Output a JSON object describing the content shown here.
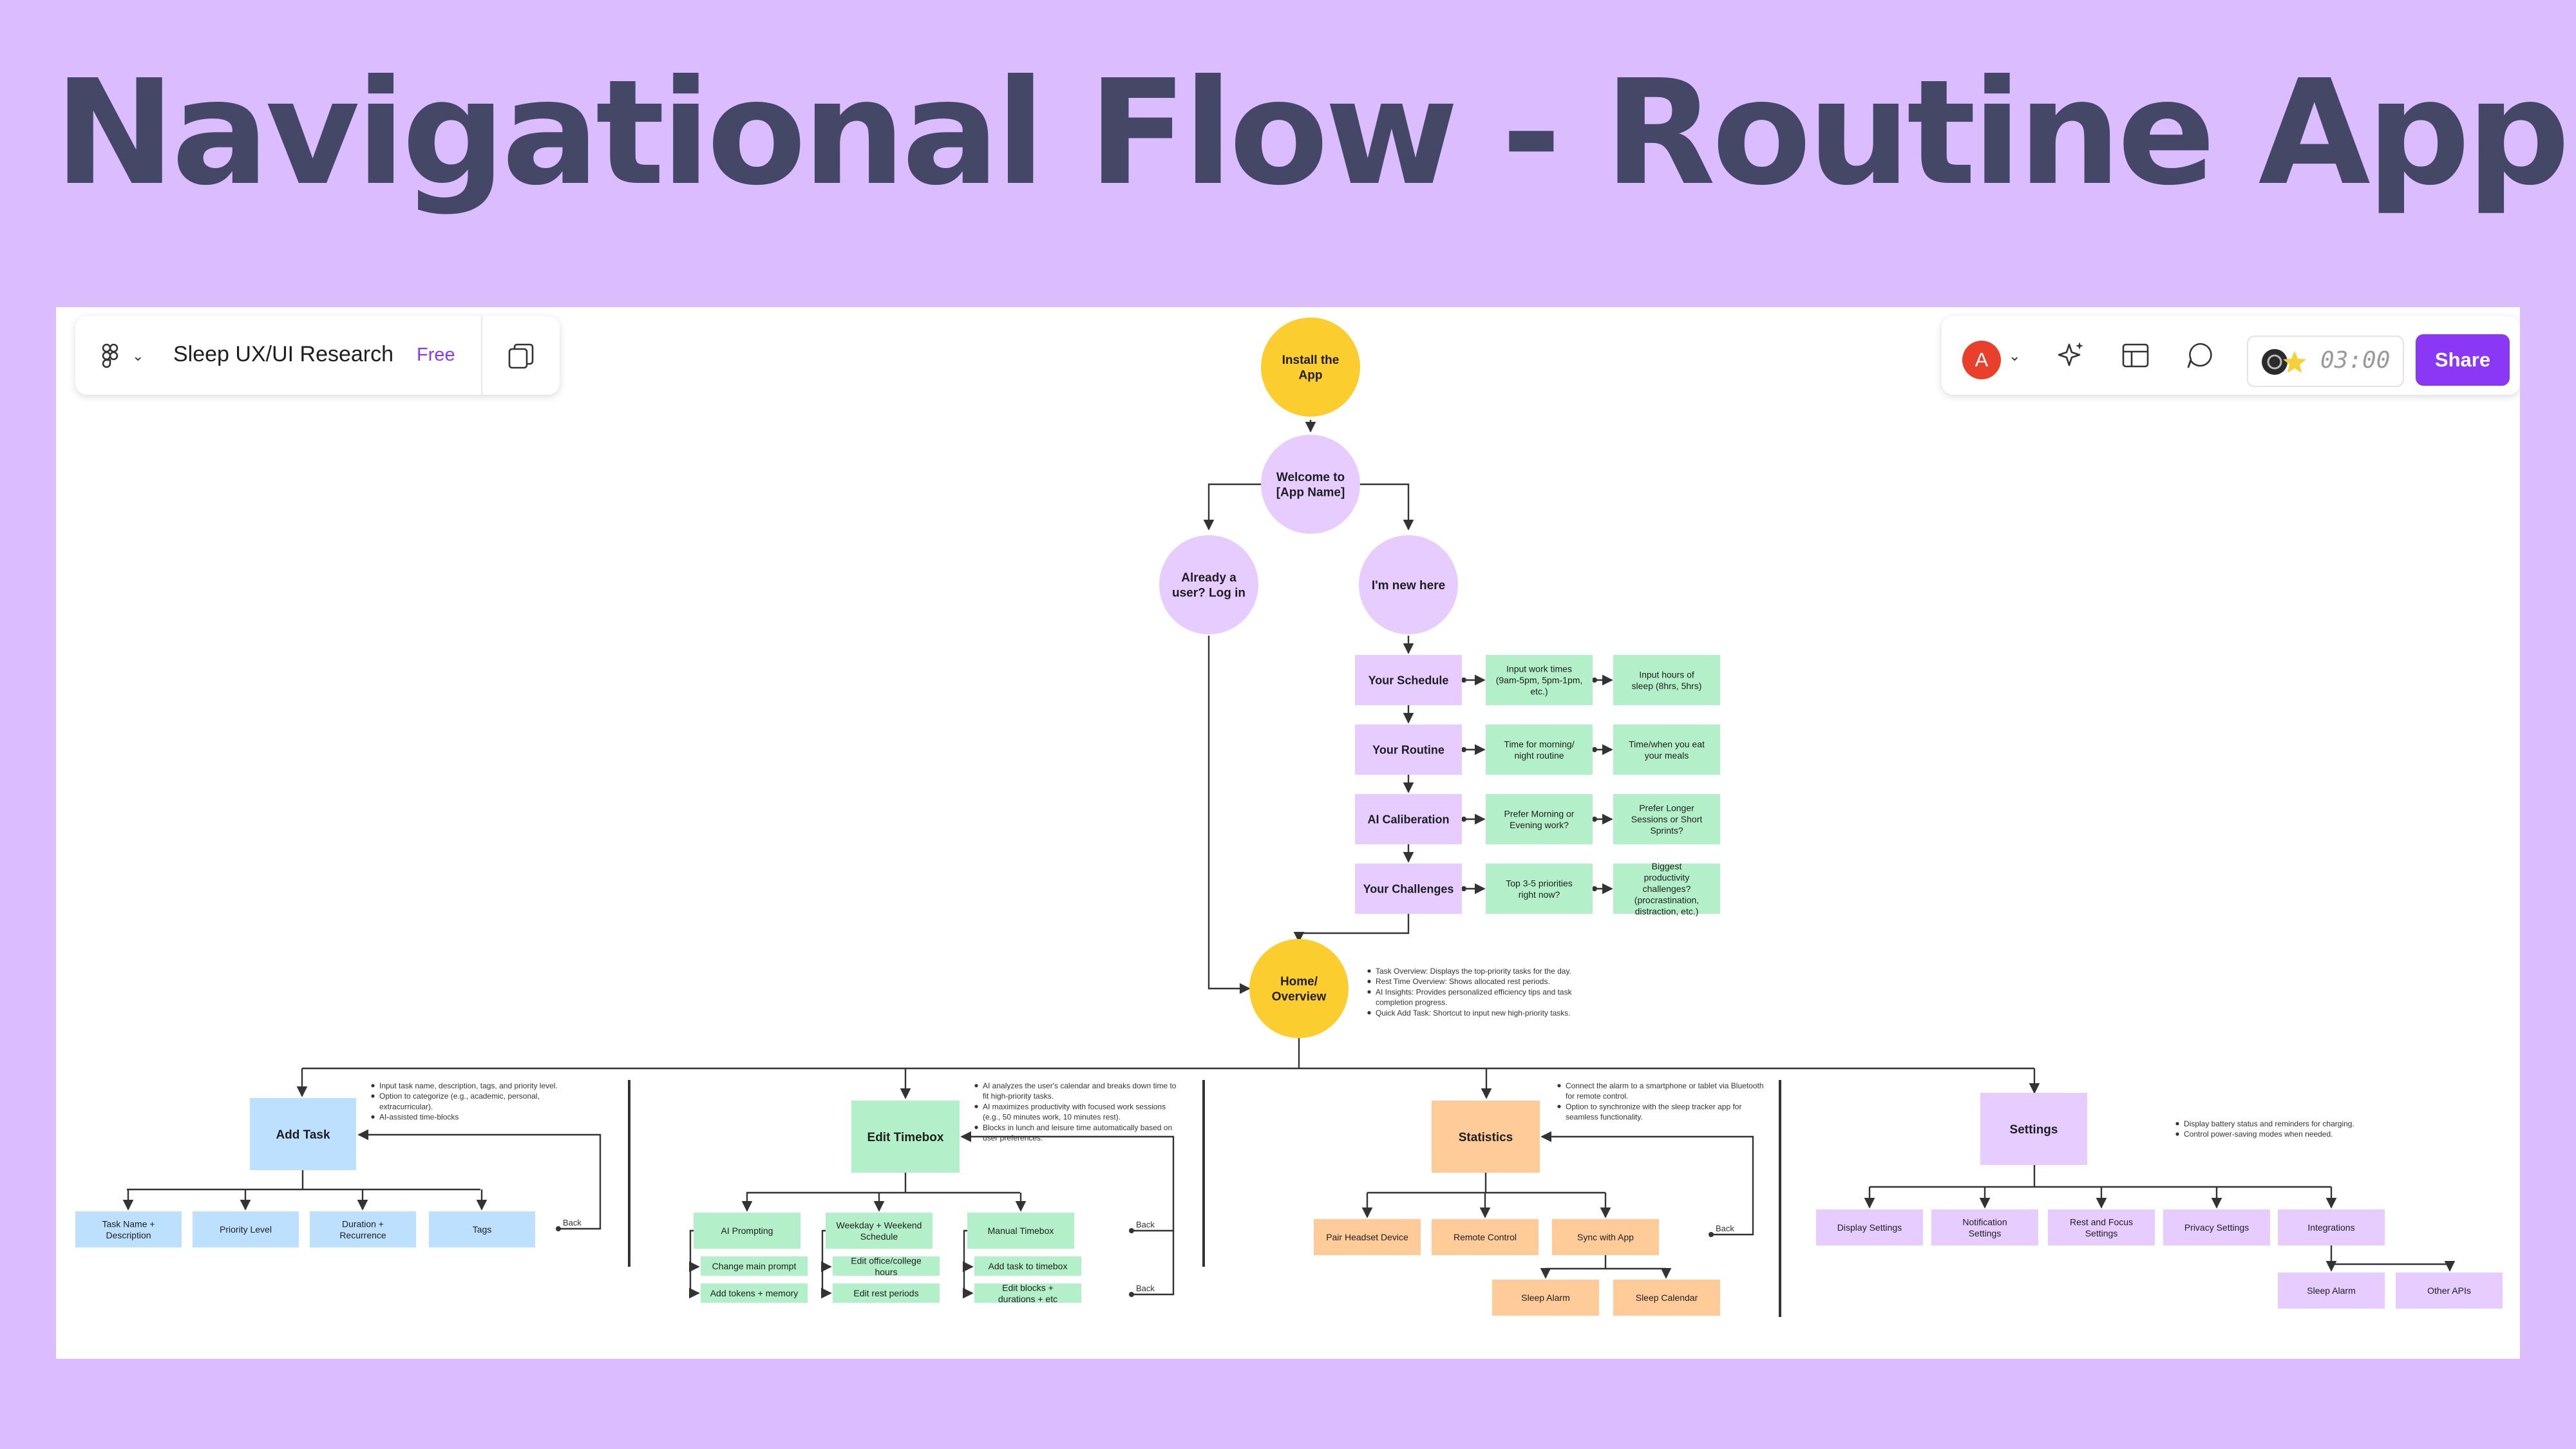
{
  "slide": {
    "title": "Navigational Flow - Routine App"
  },
  "toolbar_left": {
    "file_name": "Sleep UX/UI Research",
    "plan_badge": "Free"
  },
  "toolbar_right": {
    "avatar_initial": "A",
    "timer": "03:00",
    "share_label": "Share"
  },
  "colors": {
    "background": "#dbbdff",
    "purple": "#e6ccff",
    "yellow": "#fccd2e",
    "green": "#b3f0c9",
    "blue": "#bde0ff",
    "orange": "#ffcc99",
    "accent": "#8a38f5"
  },
  "diagram": {
    "onboarding": {
      "install": "Install the App",
      "welcome": "Welcome to [App Name]",
      "login": "Already a user? Log in",
      "new_user": "I'm new here",
      "home": "Home/ Overview"
    },
    "questions": [
      {
        "label": "Your Schedule",
        "a": "Input work times (9am-5pm, 5pm-1pm, etc.)",
        "b": "Input hours of sleep (8hrs, 5hrs)"
      },
      {
        "label": "Your Routine",
        "a": "Time for morning/ night routine",
        "b": "Time/when you eat your meals"
      },
      {
        "label": "AI Caliberation",
        "a": "Prefer Morning or Evening work?",
        "b": "Prefer Longer Sessions or Short Sprints?"
      },
      {
        "label": "Your Challenges",
        "a": "Top 3-5 priorities right now?",
        "b": "Biggest productivity challenges? (procrastination, distraction, etc.)"
      }
    ],
    "home_notes": [
      "Task Overview: Displays the top-priority tasks for the day.",
      "Rest Time Overview: Shows allocated rest periods.",
      "AI Insights: Provides personalized efficiency tips and task completion progress.",
      "Quick Add Task: Shortcut to input new high-priority tasks."
    ],
    "sections": {
      "add_task": {
        "label": "Add Task",
        "notes": [
          "Input task name, description, tags, and priority level.",
          "Option to categorize (e.g., academic, personal, extracurricular).",
          "AI-assisted time-blocks"
        ],
        "children": [
          "Task Name + Description",
          "Priority Level",
          "Duration + Recurrence",
          "Tags"
        ],
        "back": "Back"
      },
      "edit_timebox": {
        "label": "Edit Timebox",
        "notes": [
          "AI analyzes the user's calendar and breaks down time to fit high-priority tasks.",
          "AI maximizes productivity with focused work sessions (e.g., 50 minutes work, 10 minutes rest).",
          "Blocks in lunch and leisure time automatically based on user preferences."
        ],
        "children": [
          {
            "label": "AI Prompting",
            "subs": [
              "Change main prompt",
              "Add tokens + memory"
            ]
          },
          {
            "label": "Weekday + Weekend Schedule",
            "subs": [
              "Edit office/college hours",
              "Edit rest periods"
            ]
          },
          {
            "label": "Manual Timebox",
            "subs": [
              "Add task to timebox",
              "Edit blocks + durations + etc"
            ]
          }
        ],
        "back": "Back"
      },
      "statistics": {
        "label": "Statistics",
        "notes": [
          "Connect the alarm to a smartphone or tablet via Bluetooth for remote control.",
          "Option to synchronize with the sleep tracker app for seamless functionality."
        ],
        "children": [
          "Pair Headset Device",
          "Remote Control",
          "Sync with App"
        ],
        "sync_children": [
          "Sleep Alarm",
          "Sleep Calendar"
        ],
        "back": "Back"
      },
      "settings": {
        "label": "Settings",
        "notes": [
          "Display battery status and reminders for charging.",
          "Control power-saving modes when needed."
        ],
        "children": [
          "Display Settings",
          "Notification Settings",
          "Rest and Focus Settings",
          "Privacy Settings",
          "Integrations"
        ],
        "integration_children": [
          "Sleep Alarm",
          "Other APIs"
        ]
      }
    }
  }
}
